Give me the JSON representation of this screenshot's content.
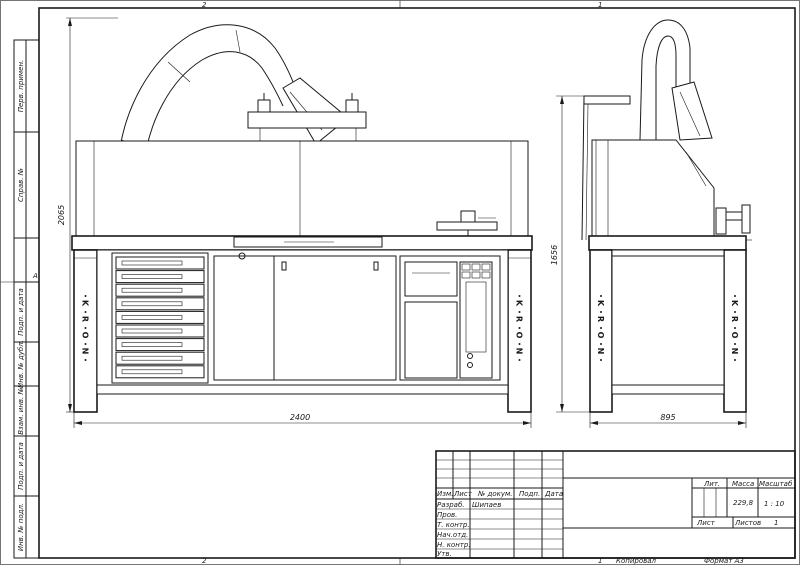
{
  "zones": {
    "top_left": "2",
    "top_right": "1",
    "bottom_left": "2",
    "bottom_right": "1",
    "row_mark_left": "А"
  },
  "side_labels": [
    "Перв. примен.",
    "Справ. №",
    "Подп. и дата",
    "Инв. № дубл.",
    "Взам. инв. №",
    "Подп. и дата",
    "Инв. № подл."
  ],
  "front_view": {
    "dim_width": "2400",
    "dim_height": "2065",
    "leg_brand": [
      "K",
      "R",
      "O",
      "N"
    ]
  },
  "side_view": {
    "dim_width": "895",
    "dim_height": "1656",
    "leg_brand": [
      "K",
      "R",
      "O",
      "N"
    ]
  },
  "title_block": {
    "header_cols": [
      "Изм.",
      "Лист",
      "№ докум.",
      "Подп.",
      "Дата"
    ],
    "rows": [
      "Разраб.",
      "Пров.",
      "Т. контр.",
      "Нач.отд.",
      "Н. контр.",
      "Утв."
    ],
    "developer": "Шипаев",
    "col_lit": "Лит.",
    "col_mass": "Масса",
    "col_scale": "Масштаб",
    "mass_value": "229,8",
    "scale_value": "1 : 10",
    "sheet_label": "Лист",
    "sheets_label": "Листов",
    "sheets_value": "1"
  },
  "footer": {
    "copied": "Копировал",
    "format": "Формат А3"
  }
}
